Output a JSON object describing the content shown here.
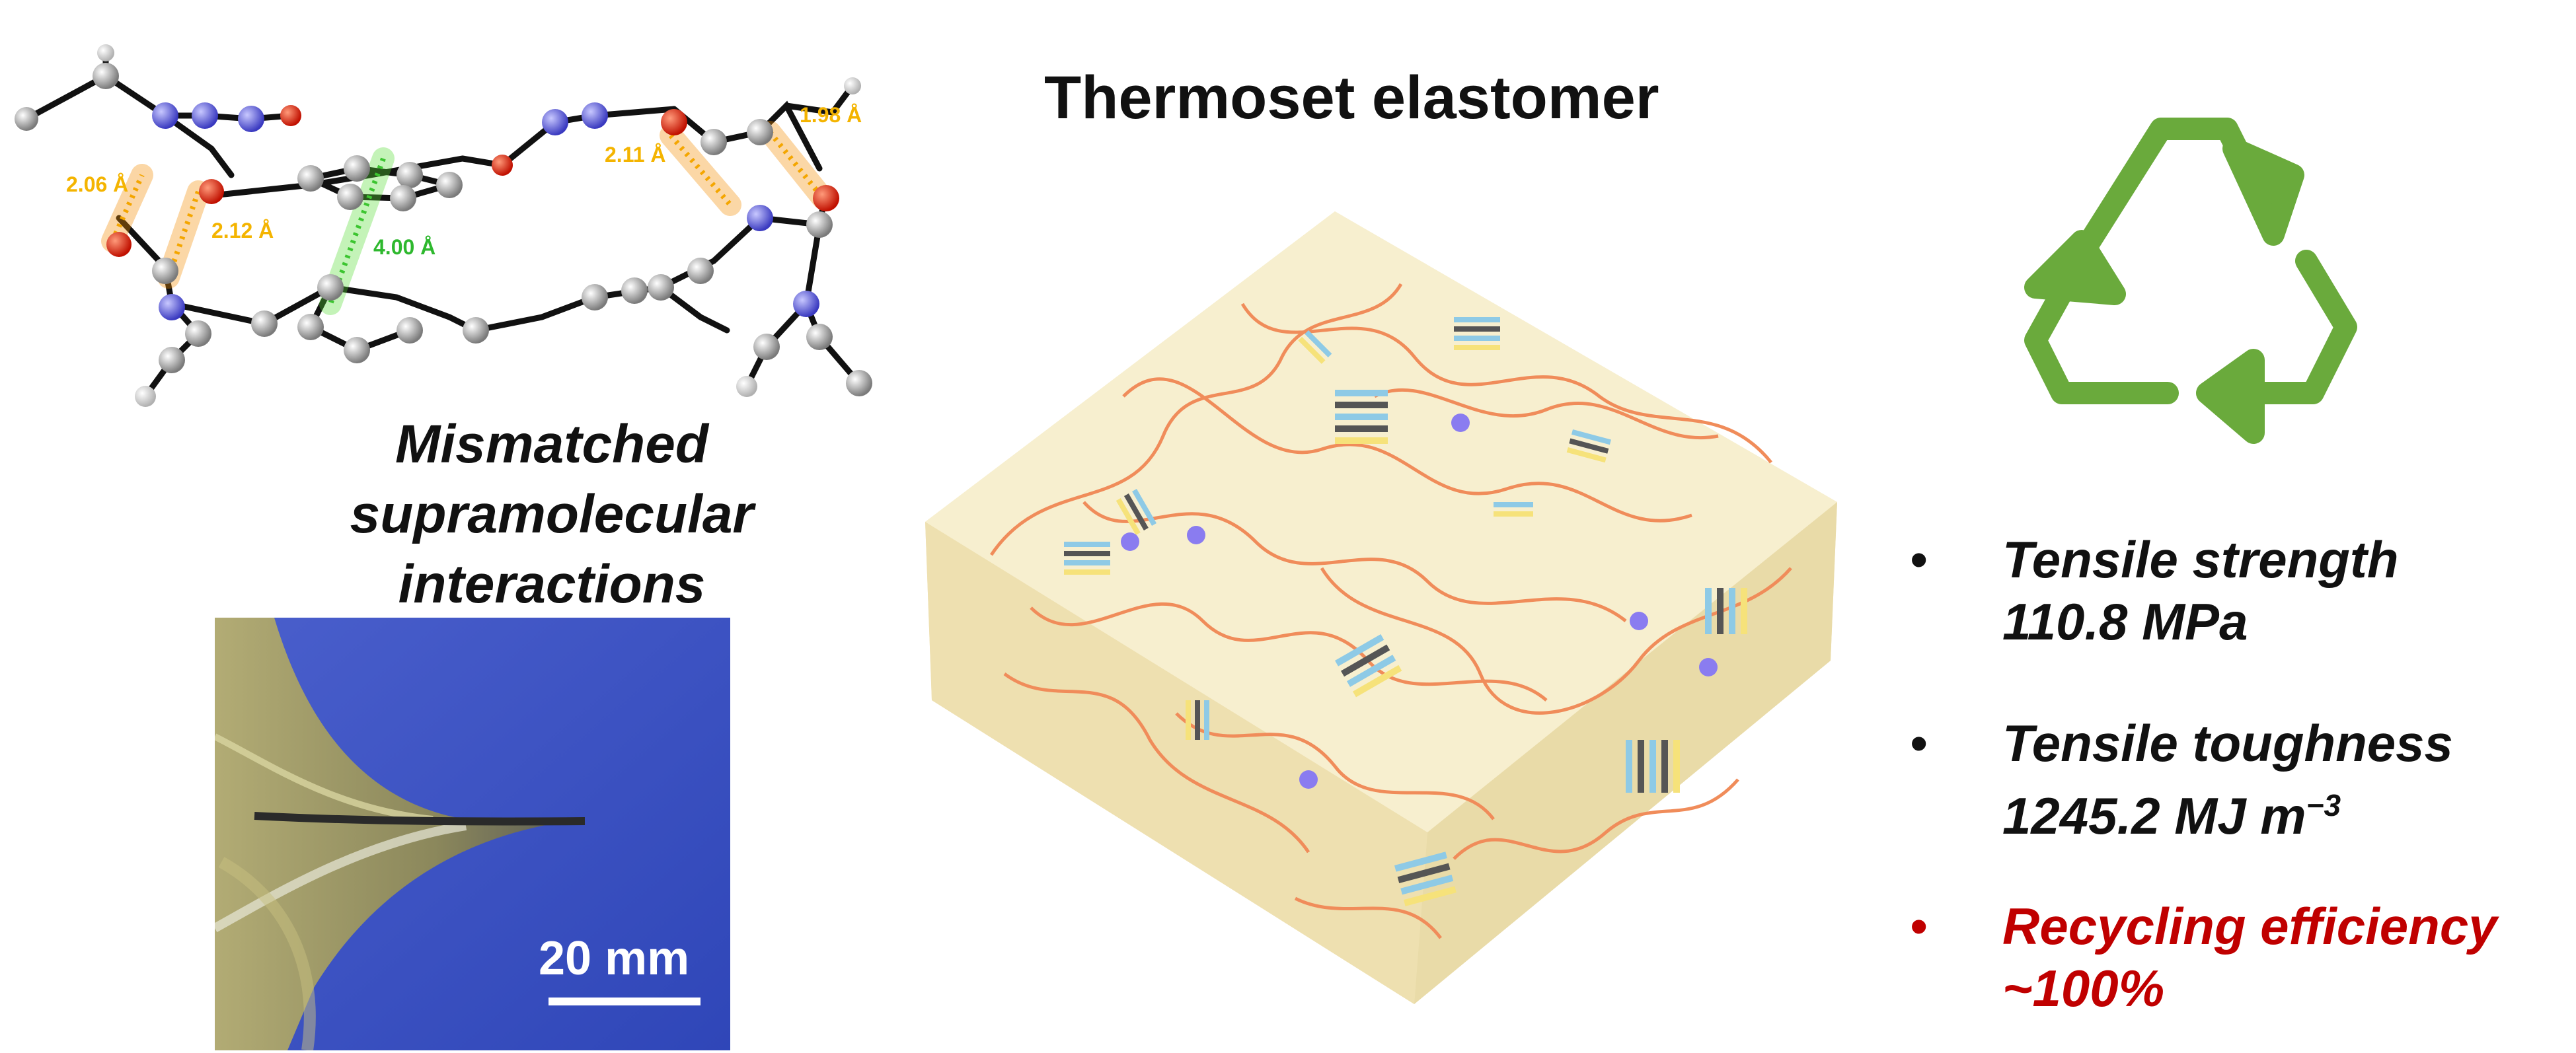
{
  "title": "Thermoset elastomer",
  "molecule": {
    "caption_line1": "Mismatched",
    "caption_line2": "supramolecular  interactions",
    "distances": [
      {
        "label": "2.06 Å",
        "color": "#f4b400"
      },
      {
        "label": "2.12 Å",
        "color": "#f4b400"
      },
      {
        "label": "4.00 Å",
        "color": "#2eb82e"
      },
      {
        "label": "2.11 Å",
        "color": "#f4b400"
      },
      {
        "label": "1.98 Å",
        "color": "#f4b400"
      }
    ]
  },
  "photo": {
    "scale_label": "20 mm"
  },
  "recycle_icon": {
    "name": "recycle-icon",
    "color": "#6aaa3c"
  },
  "properties": [
    {
      "bullet": "•",
      "line1": "Tensile strength",
      "line2": "110.8 MPa",
      "color": "#111111"
    },
    {
      "bullet": "•",
      "line1": "Tensile toughness",
      "line2": "1245.2 MJ m",
      "line2_sup": "−3",
      "color": "#111111"
    },
    {
      "bullet": "•",
      "line1": "Recycling efficiency",
      "line2": "~100%",
      "color": "#c00000"
    }
  ],
  "colors": {
    "chain": "#f08c5a",
    "block_blue": "#8ecae6",
    "block_yellow": "#f6e27a",
    "block_dark": "#555555",
    "crosslink": "#8a7cf0",
    "matrix": "#f7efcf"
  }
}
